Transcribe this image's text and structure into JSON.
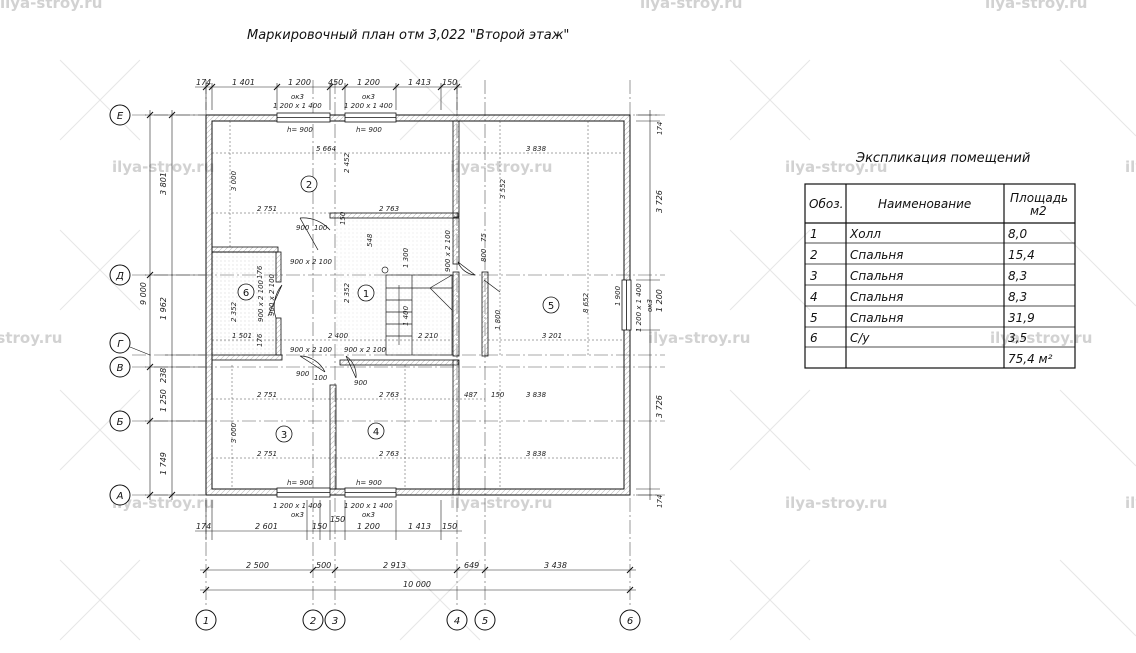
{
  "watermark": "ilya-stroy.ru",
  "plan": {
    "title": "Маркировочный план отм 3,022 \"Второй этаж\"",
    "axes_h": [
      "1",
      "2",
      "3",
      "4",
      "5",
      "6"
    ],
    "axes_v": [
      "Е",
      "Д",
      "Г",
      "В",
      "Б",
      "А"
    ],
    "rooms": [
      "1",
      "2",
      "3",
      "4",
      "5",
      "6"
    ],
    "dims_top": [
      "174",
      "1 401",
      "1 200",
      "450",
      "1 200",
      "1 413",
      "150"
    ],
    "dims_bottom_inner": [
      "174",
      "2 601",
      "150",
      "150",
      "1 200",
      "1 413",
      "150"
    ],
    "dims_bottom_axes": [
      "2 500",
      "500",
      "2 913",
      "649",
      "3 438"
    ],
    "dim_total": "10 000",
    "dims_left_outer": [
      "3 801",
      "9 000",
      "1 962",
      "1 250",
      "238",
      "1 749"
    ],
    "dims_right": [
      "174",
      "3 726",
      "1 200",
      "3 726",
      "174"
    ],
    "window_labels": [
      "ок3",
      "1 200 х 1 400",
      "ок3",
      "1 200 х 1 400",
      "1 200 х 1 400",
      "ок3",
      "1 200 х 1 400",
      "ок3",
      "ок3",
      "1 200 х 1 400"
    ],
    "door_labels": [
      "900 х 2 100",
      "900 х 2 100",
      "900 х 2 100",
      "900 х 2 100",
      "900 х 2 100",
      "900 х 2 100"
    ],
    "sill": "h= 900",
    "inner_dims": [
      "5 664",
      "3 838",
      "2 751",
      "2 763",
      "2 452",
      "3 552",
      "3 000",
      "3 000",
      "2 352",
      "2 352",
      "1 501",
      "2 400",
      "2 210",
      "3 201",
      "8 652",
      "1 900",
      "2 751",
      "2 763",
      "3 838",
      "2 751",
      "2 763",
      "3 838",
      "487",
      "150",
      "548",
      "1 300",
      "1 400",
      "1 800",
      "900",
      "900",
      "100",
      "100",
      "900",
      "800",
      "75",
      "150",
      "176",
      "176"
    ]
  },
  "explication": {
    "title": "Экспликация помещений",
    "headers": [
      "Обоз.",
      "Наименование",
      "Площадь",
      "м2"
    ],
    "rows": [
      {
        "num": "1",
        "name": "Холл",
        "area": "8,0"
      },
      {
        "num": "2",
        "name": "Спальня",
        "area": "15,4"
      },
      {
        "num": "3",
        "name": "Спальня",
        "area": "8,3"
      },
      {
        "num": "4",
        "name": "Спальня",
        "area": "8,3"
      },
      {
        "num": "5",
        "name": "Спальня",
        "area": "31,9"
      },
      {
        "num": "6",
        "name": "С/у",
        "area": "3,5"
      }
    ],
    "total": "75,4 м²"
  }
}
